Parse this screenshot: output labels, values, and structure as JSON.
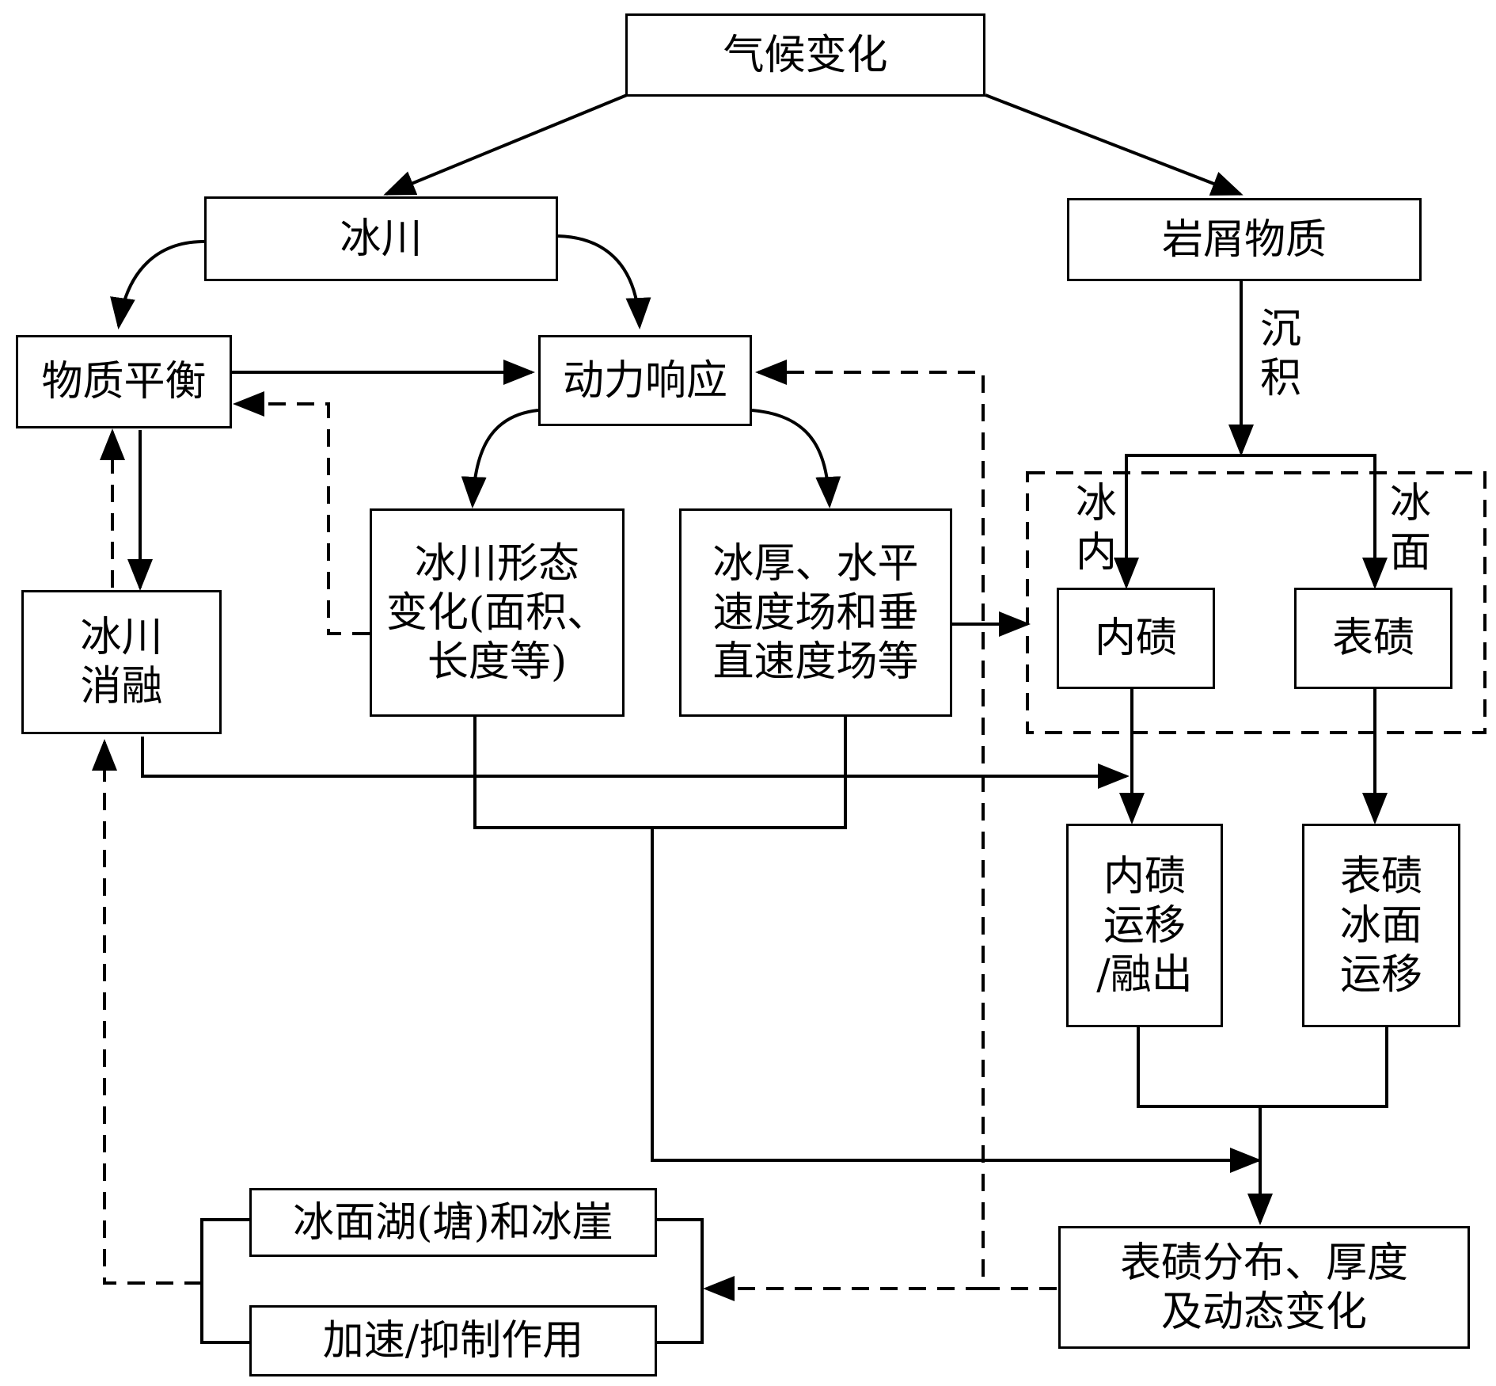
{
  "nodes": {
    "climate_change": "气候变化",
    "glacier": "冰川",
    "debris": "岩屑物质",
    "mass_balance": "物质平衡",
    "dynamic_response": "动力响应",
    "glacier_melt": "冰川\n消融",
    "glacier_morphology": "冰川形态\n变化(面积、\n长度等)",
    "ice_thickness_velocity": "冰厚、水平\n速度场和垂\n直速度场等",
    "englacial_debris": "内碛",
    "supraglacial_debris": "表碛",
    "englacial_transport": "内碛\n运移\n/融出",
    "supraglacial_transport": "表碛\n冰面\n运移",
    "ponds_cliffs": "冰面湖(塘)和冰崖",
    "accelerate_inhibit": "加速/抑制作用",
    "debris_distribution": "表碛分布、厚度\n及动态变化"
  },
  "edge_labels": {
    "deposition": "沉\n积",
    "englacial": "冰\n内",
    "supraglacial": "冰\n面"
  }
}
